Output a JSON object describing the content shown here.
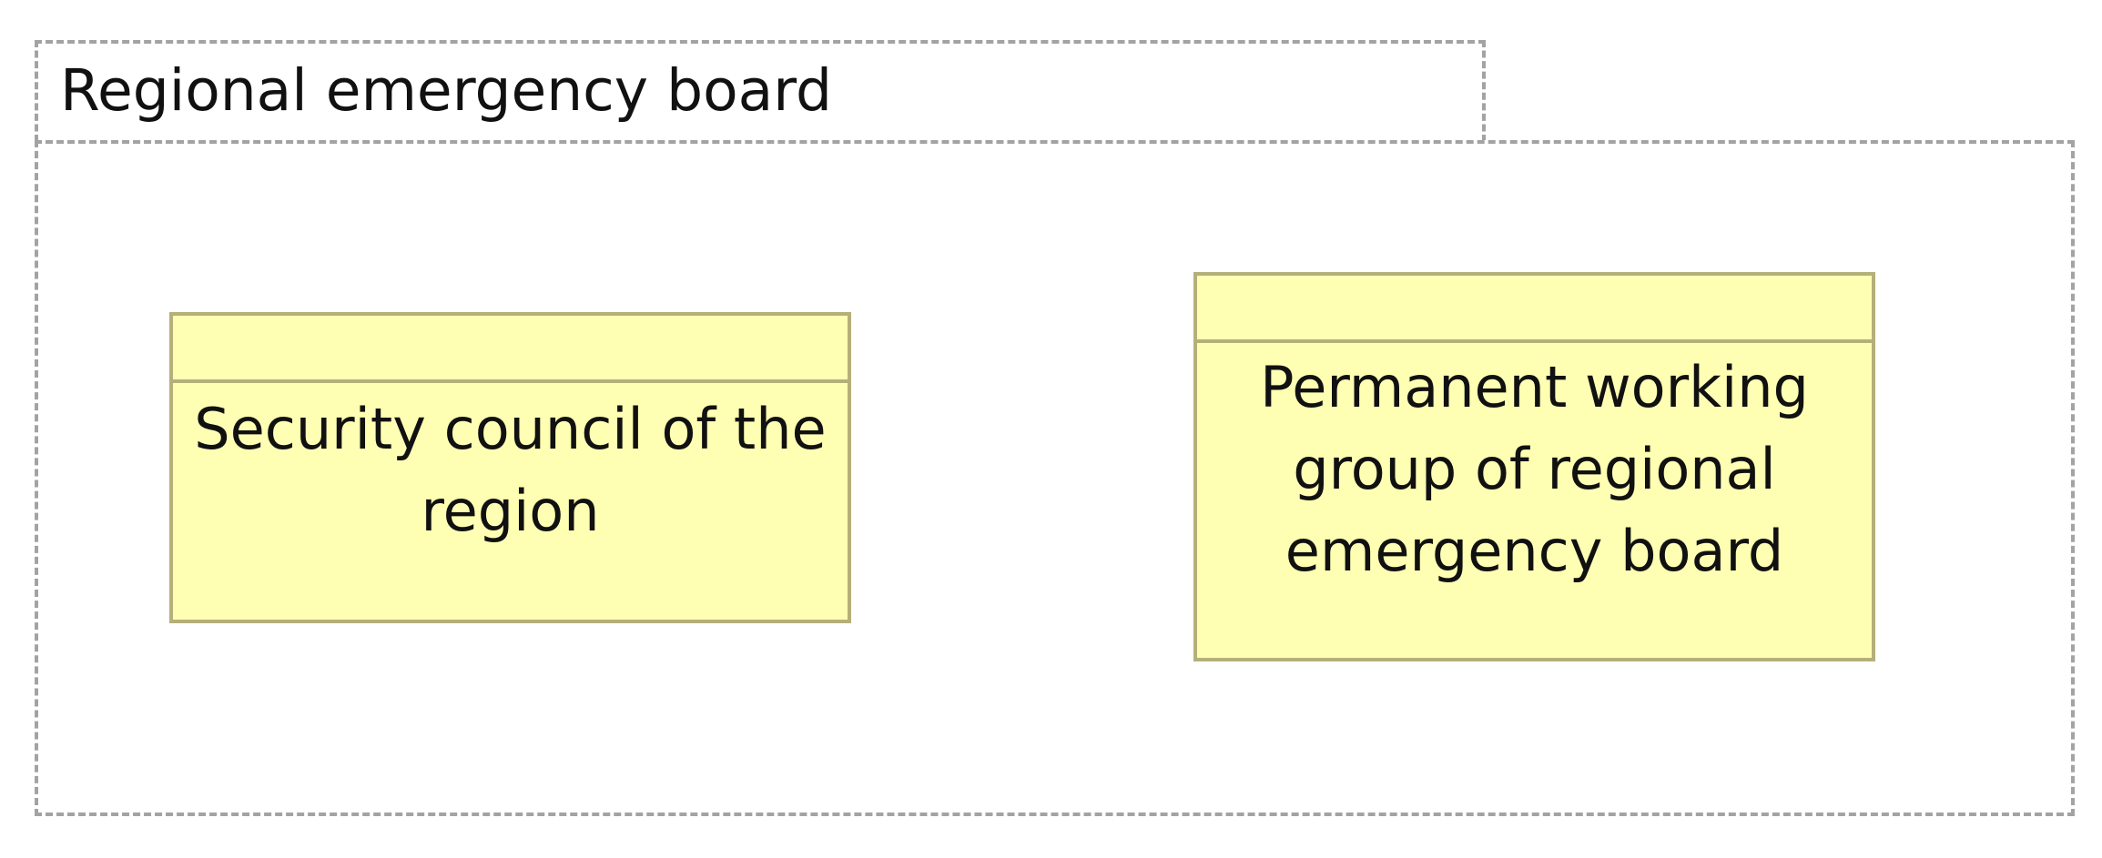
{
  "package": {
    "title": "Regional emergency board"
  },
  "classes": [
    {
      "name": "Security council of the region"
    },
    {
      "name": "Permanent working group of regional emergency board"
    }
  ],
  "colors": {
    "class_fill": "#ffffb4",
    "class_border": "#b5b07a",
    "package_border": "#a3a3a3"
  }
}
